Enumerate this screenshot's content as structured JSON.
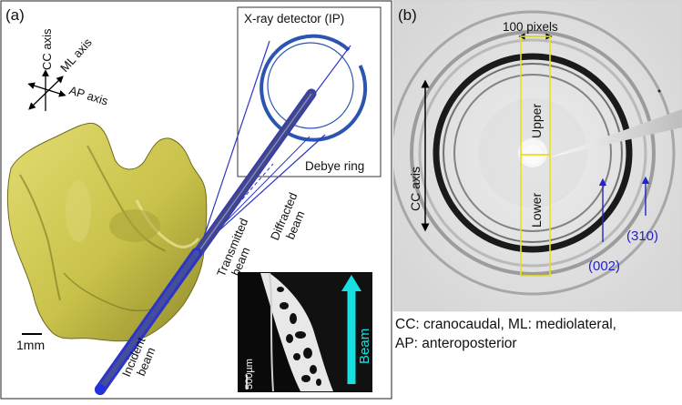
{
  "panel_a": {
    "label": "(a)",
    "axes": {
      "cc": "CC axis",
      "ml": "ML axis",
      "ap": "AP axis"
    },
    "detector_label": "X-ray detector (IP)",
    "debye_ring_label": "Debye ring",
    "transmitted_beam": [
      "Transmitted",
      "beam"
    ],
    "diffracted_beam": [
      "Diffracted",
      "beam"
    ],
    "incident_beam": [
      "Incident",
      "beam"
    ],
    "scale_bar": "1mm",
    "inset": {
      "scale_bar": "500µm",
      "beam_label": "Beam"
    }
  },
  "panel_b": {
    "label": "(b)",
    "width_annotation": "100 pixels",
    "axis_label": "CC axis",
    "regions": {
      "upper": "Upper",
      "lower": "Lower"
    },
    "peaks": {
      "first": "(002)",
      "second": "(310)"
    }
  },
  "caption": {
    "line1": "CC: cranocaudal, ML: mediolateral,",
    "line2": "AP: anteroposterior"
  },
  "colors": {
    "bone": "#c9c24a",
    "beam": "#2b36c8",
    "annotation_blue": "#2222cc",
    "region_box": "#e8e020",
    "inset_arrow": "#18e0e0"
  }
}
